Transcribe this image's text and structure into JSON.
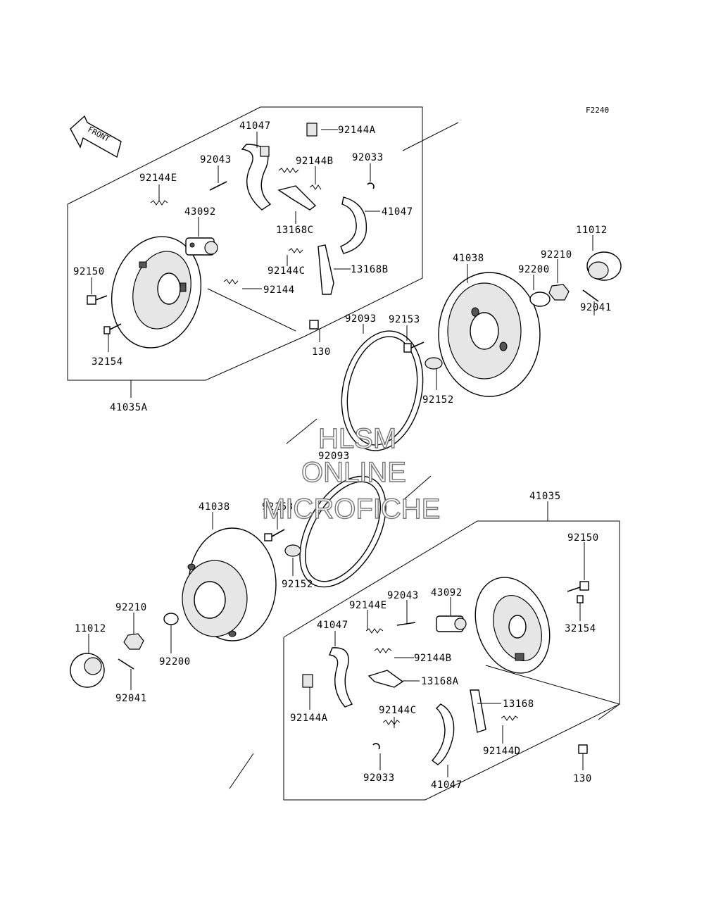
{
  "figure_code": "F2240",
  "front_label": "FRONT",
  "watermark": [
    "HLSM",
    "ONLINE",
    "MICROFICHE"
  ],
  "labels": {
    "top_41047": "41047",
    "top_92144A": "92144A",
    "top_92043": "92043",
    "top_92144B": "92144B",
    "top_92033": "92033",
    "top_92144E": "92144E",
    "top_43092": "43092",
    "top_13168C": "13168C",
    "top_41047b": "41047",
    "top_92150": "92150",
    "top_92144C": "92144C",
    "top_13168B": "13168B",
    "top_92144": "92144",
    "top_32154": "32154",
    "top_130": "130",
    "top_41035A": "41035A",
    "top_92093": "92093",
    "top_92153": "92153",
    "top_41038": "41038",
    "top_92152": "92152",
    "top_92200": "92200",
    "top_92210": "92210",
    "top_11012": "11012",
    "top_92041": "92041",
    "mid_92093": "92093",
    "bot_41038": "41038",
    "bot_92153": "92153",
    "bot_41035": "41035",
    "bot_92150": "92150",
    "bot_92152": "92152",
    "bot_92210": "92210",
    "bot_92043": "92043",
    "bot_43092": "43092",
    "bot_92144E": "92144E",
    "bot_11012": "11012",
    "bot_41047": "41047",
    "bot_32154": "32154",
    "bot_92200": "92200",
    "bot_92144B": "92144B",
    "bot_13168A": "13168A",
    "bot_92041": "92041",
    "bot_92144A": "92144A",
    "bot_92144C": "92144C",
    "bot_13168": "13168",
    "bot_92144D": "92144D",
    "bot_92033": "92033",
    "bot_41047b": "41047",
    "bot_130": "130"
  }
}
